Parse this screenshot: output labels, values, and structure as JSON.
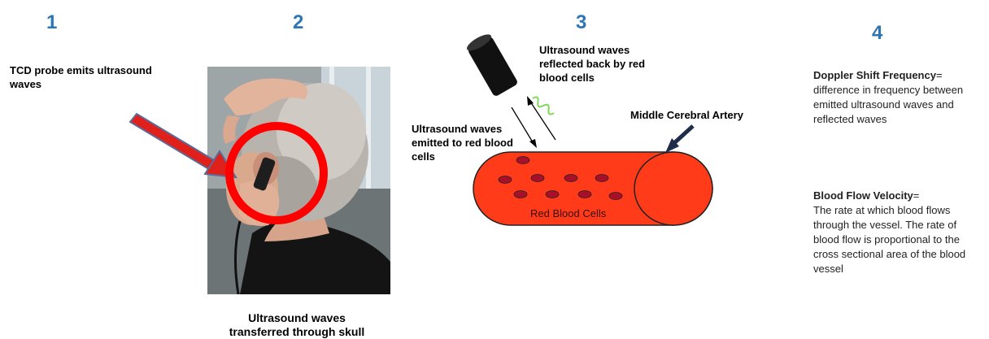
{
  "steps": [
    {
      "number": "1"
    },
    {
      "number": "2"
    },
    {
      "number": "3"
    },
    {
      "number": "4"
    }
  ],
  "step1": {
    "caption": "TCD probe emits ultrasound waves"
  },
  "step2": {
    "caption": "Ultrasound waves transferred through skull"
  },
  "step3": {
    "reflected_label": "Ultrasound waves reflected back by red blood cells",
    "emitted_label": "Ultrasound waves emitted  to red blood cells",
    "artery_label": "Middle Cerebral Artery",
    "cells_label": "Red Blood Cells"
  },
  "step4": {
    "doppler_title": "Doppler Shift Frequency",
    "doppler_eq": "=",
    "doppler_def": "difference in frequency between emitted ultrasound waves and reflected waves",
    "velocity_title": "Blood Flow Velocity",
    "velocity_eq": "=",
    "velocity_def": "The rate at which blood flows through the vessel. The rate of blood flow is proportional to the cross sectional area of the blood vessel"
  },
  "colors": {
    "step_number": "#2e75b6",
    "artery": "#ff3b1a",
    "cell": "#a8102a",
    "red_arrow": "#e0201b",
    "circle": "#ff0000",
    "wave": "#7ed957",
    "artery_arrow": "#1f2d4a"
  }
}
